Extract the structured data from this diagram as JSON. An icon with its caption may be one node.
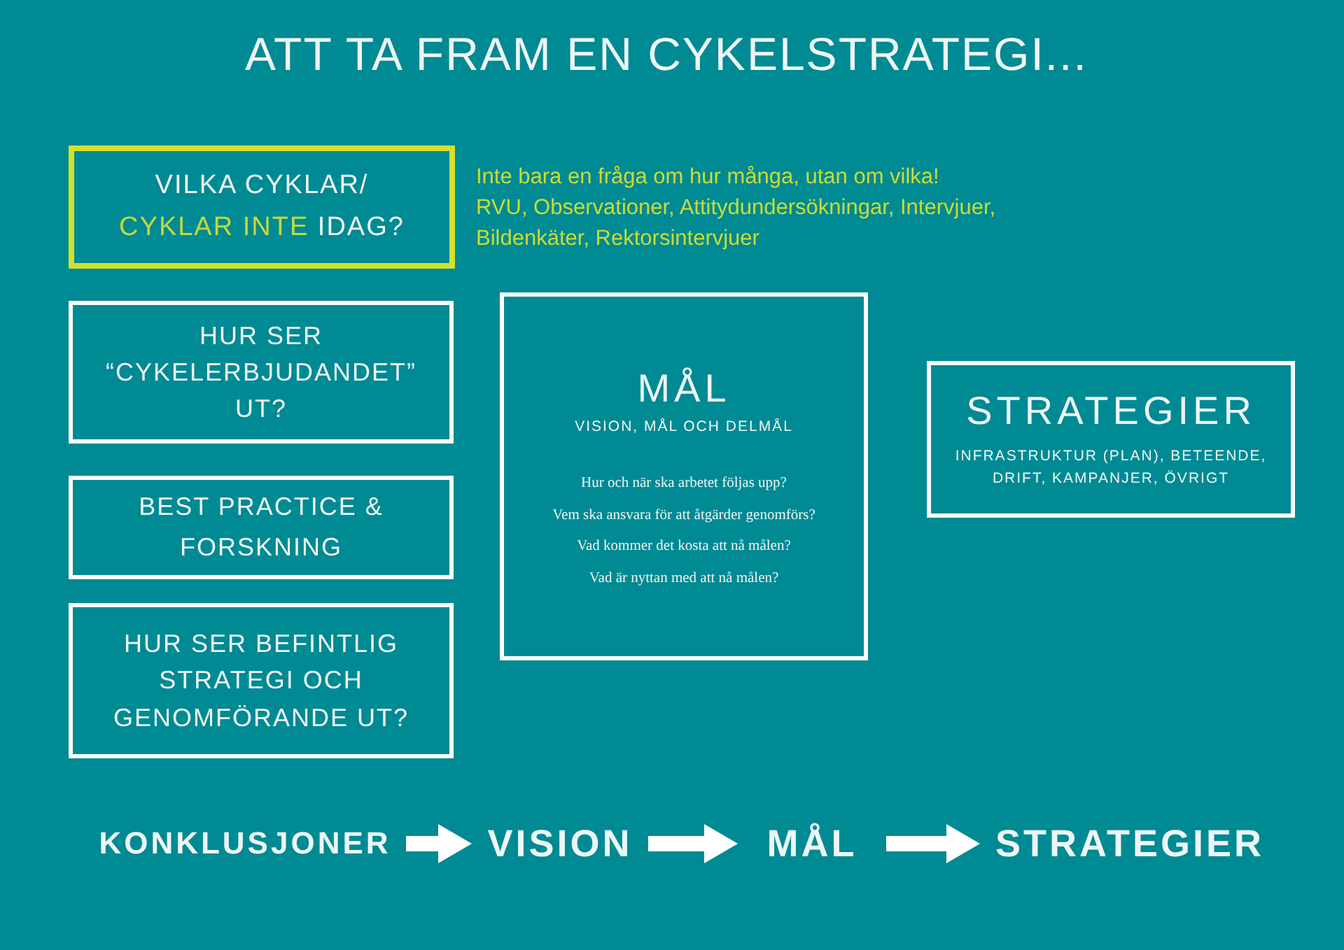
{
  "diagram": {
    "title": "ATT TA FRAM EN CYKELSTRATEGI...",
    "nodes": [
      {
        "text": [
          "VILKA CYKLAR/ **CYKLAR INTE** IDAG?"
        ],
        "beside": [
          "Inte bara en fråga om hur många, utan om vilka!",
          "RVU, Observationer, Attitydundersökningar, Intervjuer, Bildenkäter, Rektorsintervjuer"
        ]
      },
      {
        "text": [
          "HUR SER “CYKELERBJUDANDET” UT?"
        ]
      },
      {
        "text": [
          "BEST PRACTICE & FORSKNING"
        ]
      },
      {
        "text": [
          "HUR SER BEFINTLIG STRATEGI OCH GENOMFÖRANDE UT?"
        ]
      },
      {
        "text": [
          "MÅL",
          "VISION, MÅL OCH DELMÅL",
          "Hur och när ska arbetet följas upp?",
          "Vem ska ansvara för att åtgärder genomförs?",
          "Vad kommer det kosta att nå målen?",
          "Vad är nyttan med att nå målen?"
        ]
      },
      {
        "text": [
          "STRATEGIER",
          "INFRASTRUKTUR (PLAN), BETEENDE, DRIFT, KAMPANJER, ÖVRIGT"
        ]
      },
      {
        "text": [
          "KONKLUSJONER"
        ]
      },
      {
        "text": [
          "VISION"
        ]
      },
      {
        "text": [
          "MÅL"
        ]
      },
      {
        "text": [
          "STRATEGIER"
        ]
      }
    ],
    "edges": [
      {
        "from": 6,
        "to": 7,
        "arrow": "to"
      },
      {
        "from": 7,
        "to": 8,
        "arrow": "to"
      },
      {
        "from": 8,
        "to": 9,
        "arrow": "to"
      }
    ]
  }
}
